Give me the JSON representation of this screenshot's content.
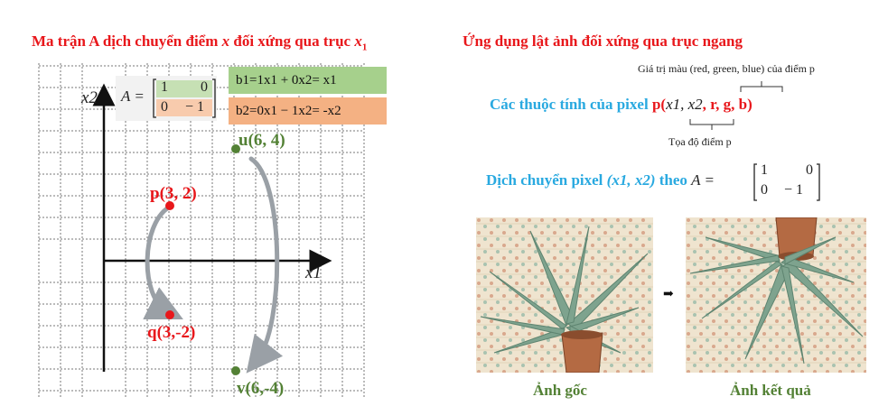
{
  "left": {
    "title_text": "Ma trận A dịch chuyển điểm",
    "title_var": "x",
    "title_text2": "đối xứng qua trục",
    "title_axis": "x",
    "title_axis_sub": "1",
    "matrix_name": "A =",
    "matrix": {
      "r1c1": "1",
      "r1c2": "0",
      "r2c1": "0",
      "r2c2": "− 1"
    },
    "eq1": "b1=1x1 + 0x2= x1",
    "eq2": "b2=0x1 − 1x2= -x2",
    "axis_y_label": "x2",
    "axis_x_label": "x1",
    "points": {
      "p": "p(3, 2)",
      "q": "q(3,-2)",
      "u": "u(6, 4)",
      "v": "v(6,-4)"
    }
  },
  "right": {
    "title": "Ứng dụng lật ảnh đối xứng qua trục ngang",
    "color_note": "Giá trị màu (red, green, blue) của điểm p",
    "pixel_props_label": "Các thuộc tính của pixel",
    "pixel_expr_p": "p(",
    "pixel_expr_x": "x1, x2",
    "pixel_expr_rgb": ", r, g, b)",
    "coord_note": "Tọa độ điểm p",
    "move_label": "Dịch chuyển pixel",
    "move_vars": "(x1, x2)",
    "move_theo": "theo",
    "move_matrix_name": "A =",
    "move_matrix": {
      "r1c1": "1",
      "r1c2": "0",
      "r2c1": "0",
      "r2c2": "− 1"
    },
    "caption_original": "Ảnh gốc",
    "caption_result": "Ảnh kết quả",
    "arrow": "➡"
  },
  "colors": {
    "red": "#e8171b",
    "green": "#538135",
    "blue": "#29a9e0",
    "eq_green": "#a6d08c",
    "eq_orange": "#f4b183"
  }
}
